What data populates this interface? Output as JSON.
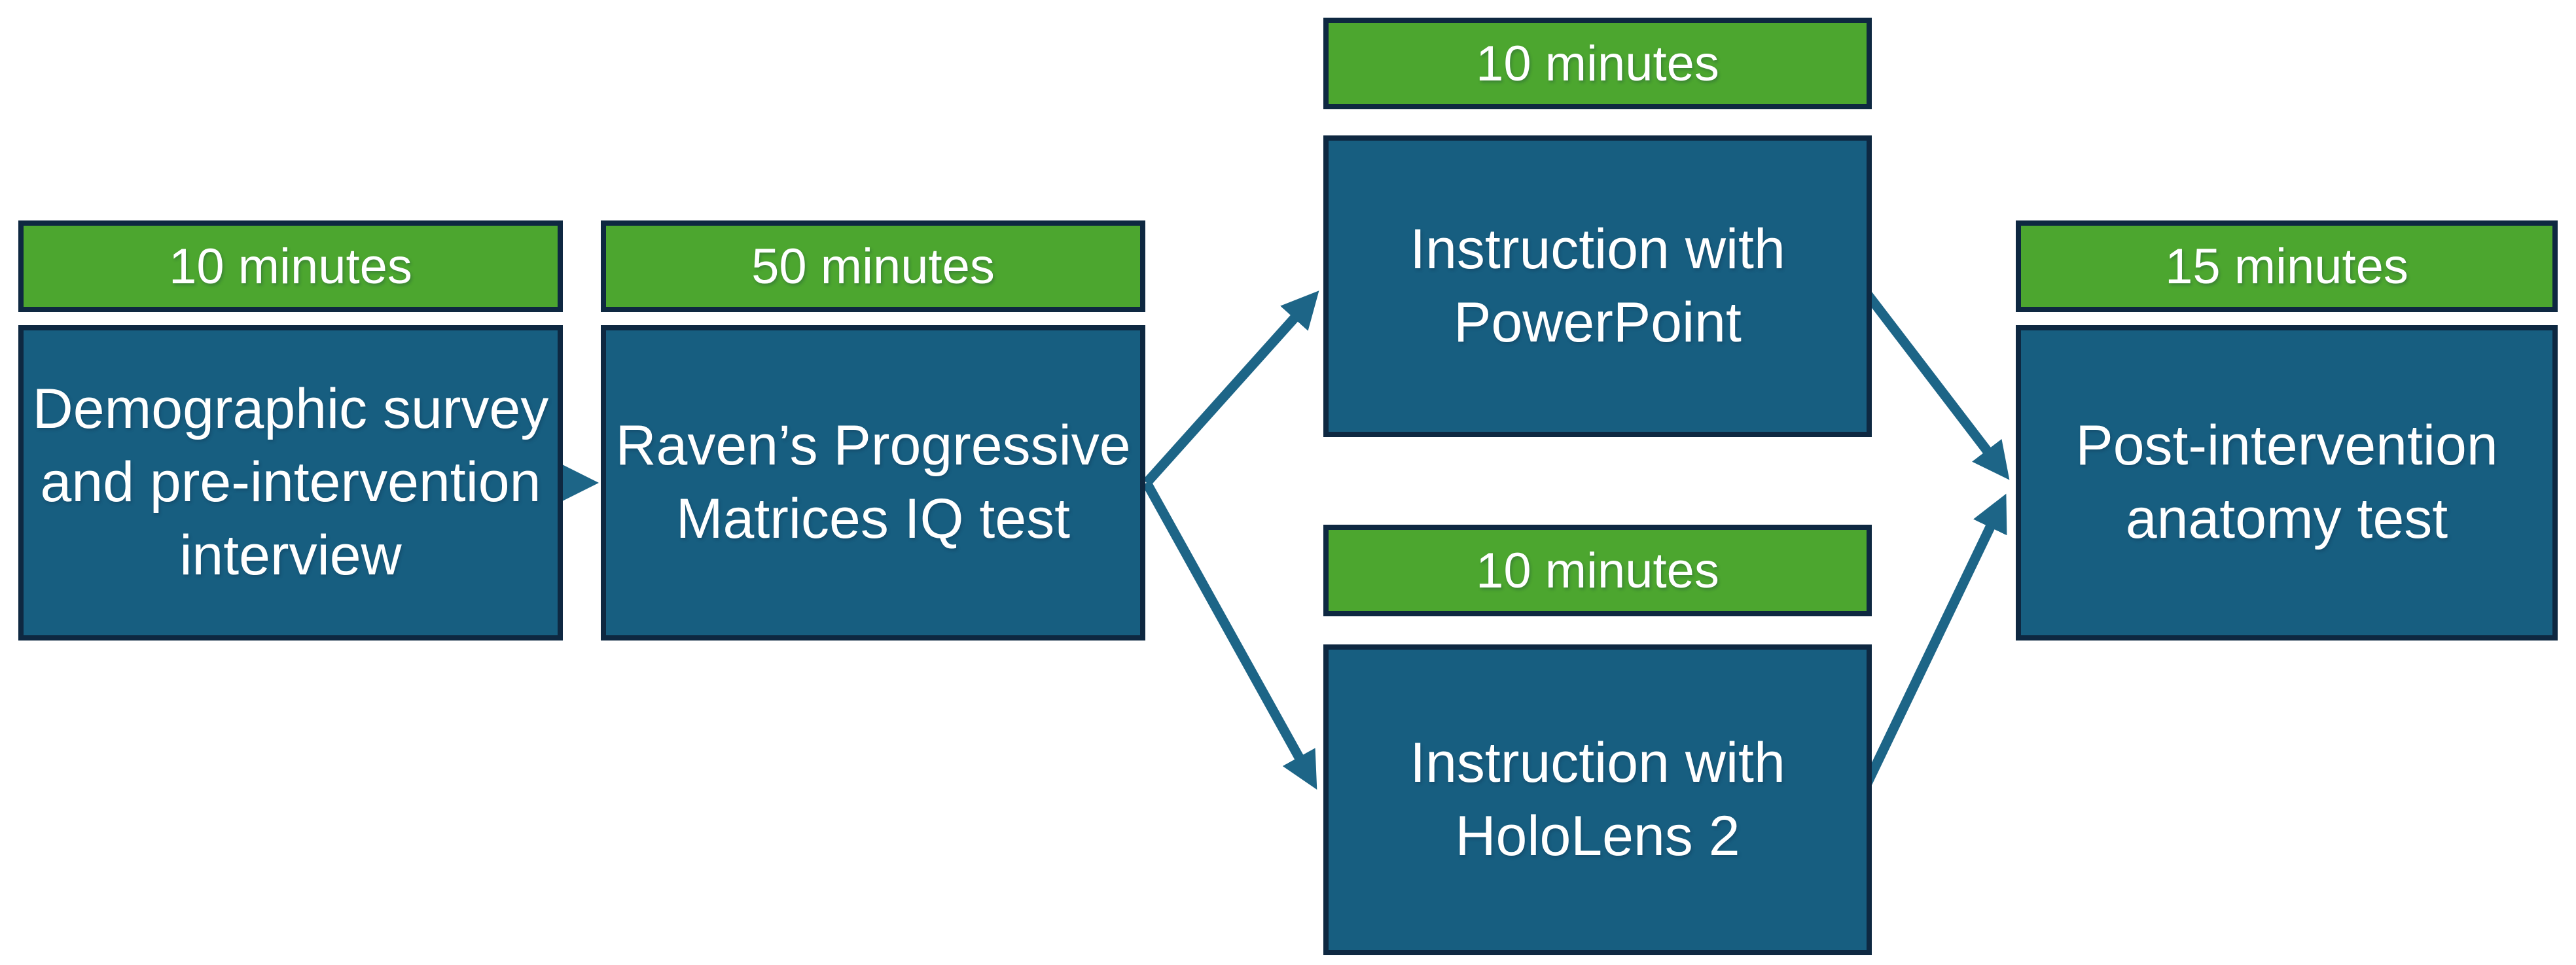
{
  "diagram": {
    "type": "flowchart",
    "description": "Study procedure timeline with two parallel intervention branches",
    "colors": {
      "duration_fill": "#4CA62F",
      "step_fill": "#175E80",
      "border": "#0E2841",
      "arrow": "#1D6587",
      "text": "#FFFFFF",
      "background": "#FFFFFF"
    },
    "nodes": [
      {
        "duration": "10 minutes",
        "title": "Demographic survey\nand pre-intervention\ninterview"
      },
      {
        "duration": "50 minutes",
        "title": "Raven’s Progressive\nMatrices IQ test"
      },
      {
        "duration": "10 minutes",
        "title": "Instruction with\nPowerPoint"
      },
      {
        "duration": "10 minutes",
        "title": "Instruction with\nHoloLens 2"
      },
      {
        "duration": "15 minutes",
        "title": "Post-intervention\nanatomy test"
      }
    ],
    "edges": [
      {
        "from": 0,
        "to": 1
      },
      {
        "from": 1,
        "to": 2
      },
      {
        "from": 1,
        "to": 3
      },
      {
        "from": 2,
        "to": 4
      },
      {
        "from": 3,
        "to": 4
      }
    ]
  }
}
